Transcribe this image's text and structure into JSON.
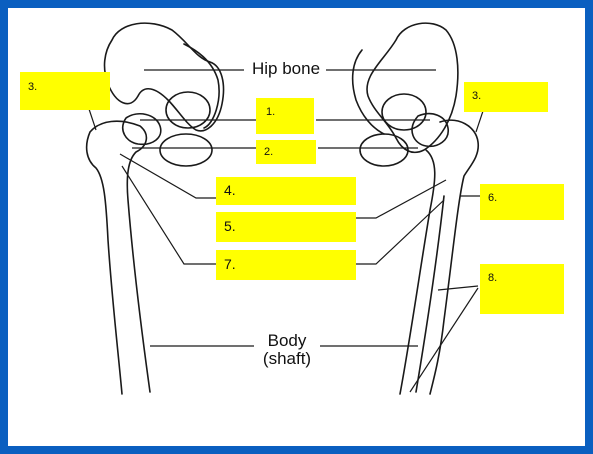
{
  "diagram": {
    "terms": {
      "hip_bone": "Hip bone",
      "body_line1": "Body",
      "body_line2": "(shaft)"
    },
    "labels": [
      "3.",
      "1.",
      "3.",
      "2.",
      "4.",
      "6.",
      "5.",
      "7.",
      "8."
    ],
    "colors": {
      "frame": "#0a5fc0",
      "label_box": "#ffff00",
      "bone_outline": "#1a1a1a"
    }
  }
}
